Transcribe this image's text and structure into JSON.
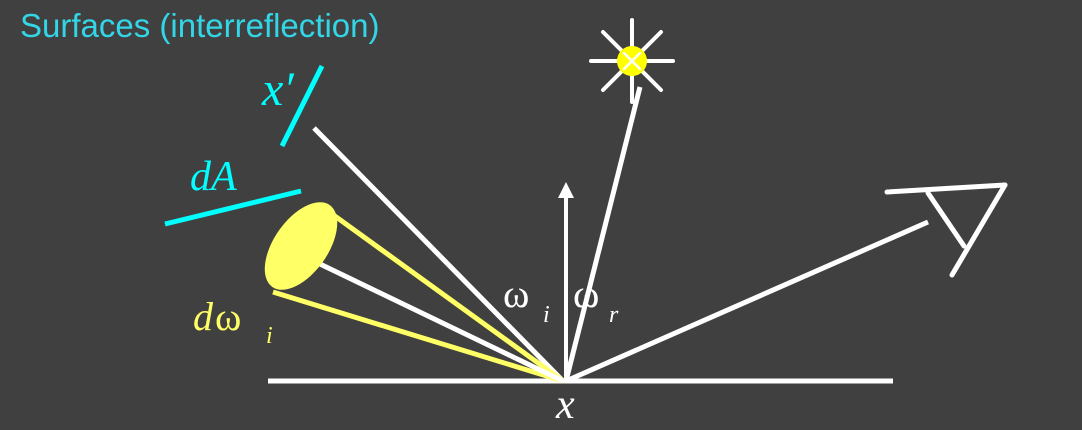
{
  "title": "Surfaces (interreflection)",
  "labels": {
    "x_prime": "x′",
    "dA": "dA",
    "d": "d",
    "omega": "ω",
    "sub_i": "i",
    "sub_r": "r",
    "omega_i_main": "ω",
    "omega_r_main": "ω",
    "x": "x"
  },
  "colors": {
    "background": "#404040",
    "title": "#33d6e6",
    "surface": "#00ffff",
    "light": "#ffff66",
    "lines": "#ffffff"
  },
  "icons": [
    "sun-icon",
    "eye-icon",
    "normal-arrow-icon"
  ]
}
